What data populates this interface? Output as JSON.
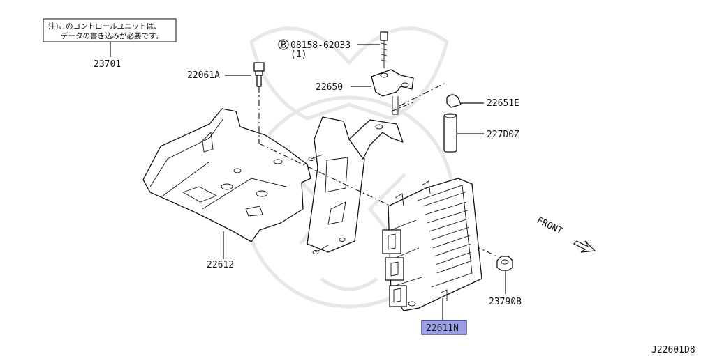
{
  "note": {
    "line1": "注)このコントロールユニットは、",
    "line2": "データの書き込みが必要です。"
  },
  "parts": {
    "p23701": "23701",
    "p22061A": "22061A",
    "bolt_qty": "(1)",
    "p22650": "22650",
    "p22651E": "22651E",
    "p227D0Z": "227D0Z",
    "p22612": "22612",
    "p22611N": "22611N",
    "p23790B": "23790B"
  },
  "bolt_callout": {
    "symbol": "B",
    "number": "08158-62033"
  },
  "front_label": "FRONT",
  "diagram_code": "J22601D8",
  "colors": {
    "highlight_fill": "#9a9fe6",
    "highlight_border": "#1a1a60",
    "line": "#111111"
  }
}
